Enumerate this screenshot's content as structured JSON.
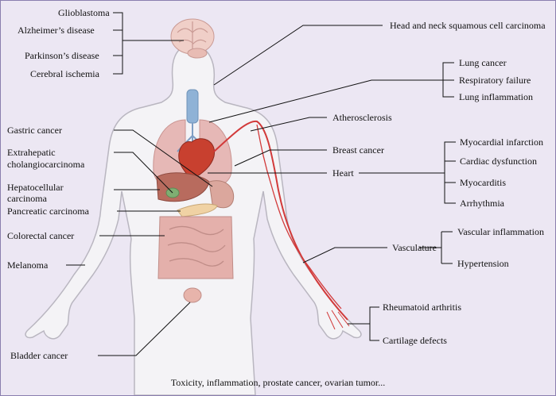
{
  "labels": {
    "glioblastoma": "Glioblastoma",
    "alzheimers": "Alzheimer’s disease",
    "parkinsons": "Parkinson’s disease",
    "cerebral_ischemia": "Cerebral ischemia",
    "head_neck": "Head and neck squamous cell carcinoma",
    "lung_cancer": "Lung cancer",
    "respiratory_failure": "Respiratory failure",
    "lung_inflammation": "Lung inflammation",
    "gastric_cancer": "Gastric cancer",
    "extrahepatic_line1": "Extrahepatic",
    "extrahepatic_line2": "cholangiocarcinoma",
    "atherosclerosis": "Atherosclerosis",
    "breast_cancer": "Breast cancer",
    "heart": "Heart",
    "myocardial_infarction": "Myocardial infarction",
    "cardiac_dysfunction": "Cardiac dysfunction",
    "myocarditis": "Myocarditis",
    "arrhythmia": "Arrhythmia",
    "hepatocellular_line1": "Hepatocellular",
    "hepatocellular_line2": "carcinoma",
    "pancreatic": "Pancreatic carcinoma",
    "colorectal": "Colorectal cancer",
    "melanoma": "Melanoma",
    "vasculature": "Vasculature",
    "vascular_inflammation": "Vascular inflammation",
    "hypertension": "Hypertension",
    "rheumatoid": "Rheumatoid arthritis",
    "cartilage": "Cartilage defects",
    "bladder": "Bladder cancer"
  },
  "footer": "Toxicity, inflammation, prostate cancer, ovarian tumor...",
  "colors": {
    "background": "#ece7f3",
    "border": "#8a7fae",
    "body_fill": "#f4f3f6",
    "body_outline": "#b9b6c0",
    "organ_pink": "#e5b3b0",
    "artery_red": "#d23a3a",
    "heart_red": "#c8402f",
    "trachea_blue": "#8fb2d6"
  }
}
